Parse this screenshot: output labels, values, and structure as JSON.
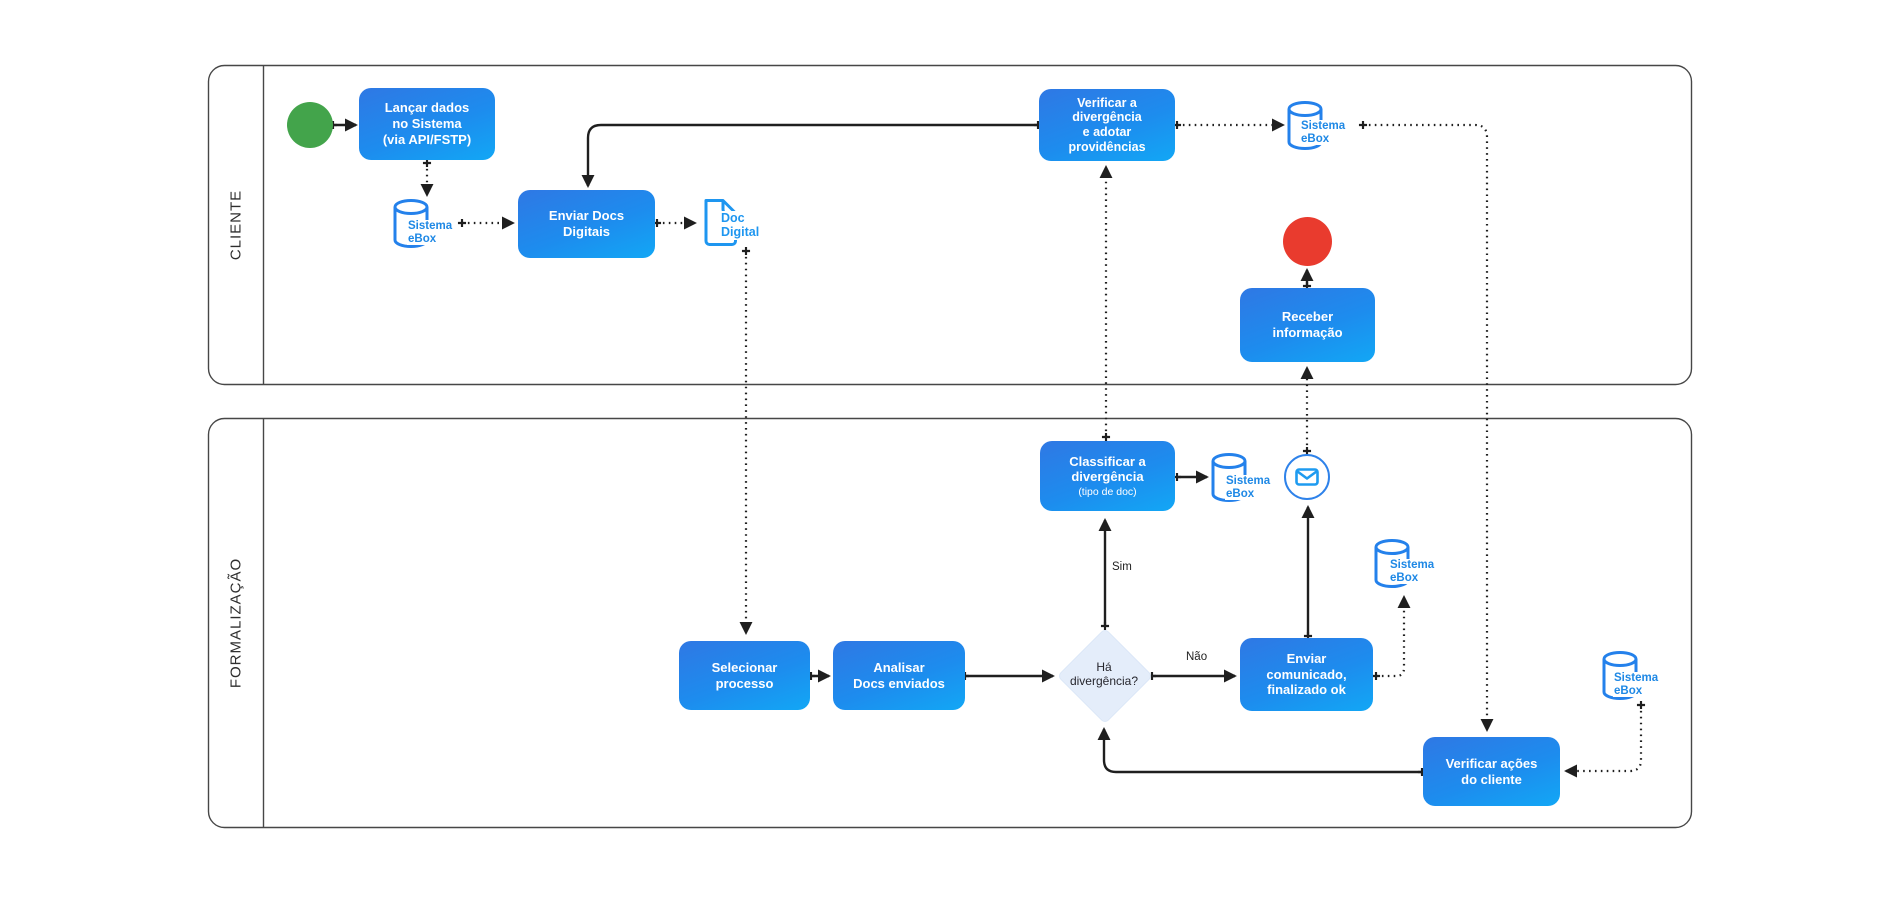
{
  "diagram": {
    "lanes": [
      {
        "label": "CLIENTE"
      },
      {
        "label": "FORMALIZAÇÃO"
      }
    ],
    "nodes": {
      "lancar_dados": {
        "label": "Lançar dados\nno Sistema\n(via API/FSTP)"
      },
      "enviar_docs": {
        "label": "Enviar Docs\nDigitais"
      },
      "verificar_divergencia": {
        "label": "Verificar a\ndivergência\ne adotar\nprovidências"
      },
      "receber_informacao": {
        "label": "Receber\ninformação"
      },
      "classificar_divergencia": {
        "label": "Classificar a\ndivergência",
        "sublabel": "(tipo de doc)"
      },
      "selecionar_processo": {
        "label": "Selecionar\nprocesso"
      },
      "analisar_docs": {
        "label": "Analisar\nDocs enviados"
      },
      "enviar_comunicado": {
        "label": "Enviar\ncomunicado,\nfinalizado ok"
      },
      "verificar_acoes": {
        "label": "Verificar ações\ndo cliente"
      },
      "decisao": {
        "label": "Há\ndivergência?"
      }
    },
    "artifacts": {
      "sistema_ebox_label": "Sistema\neBox",
      "doc_digital_label": "Doc\nDigital"
    },
    "edge_labels": {
      "sim": "Sim",
      "nao": "Não"
    },
    "icons": [
      "start-event-icon",
      "end-event-icon",
      "database-icon",
      "document-icon",
      "envelope-icon"
    ],
    "colors": {
      "task_gradient_start": "#2F78E4",
      "task_gradient_end": "#12A7F5",
      "icon_blue": "#1E88E5",
      "start_green": "#43A44B",
      "end_red": "#E93B2E",
      "gateway_fill": "#E4EDFA",
      "line": "#1F1F1F"
    }
  }
}
